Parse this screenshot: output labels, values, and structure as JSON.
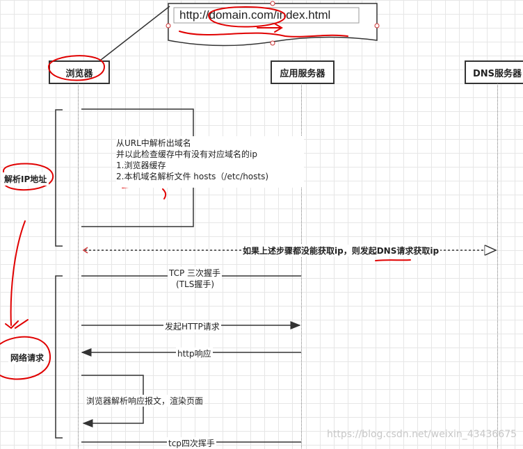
{
  "url_box": {
    "url": "http://domain.com/index.html"
  },
  "participants": {
    "browser": "浏览器",
    "app_server": "应用服务器",
    "dns_server": "DNS服务器"
  },
  "phases": {
    "resolve_ip": "解析IP地址",
    "network_request": "网络请求"
  },
  "note": {
    "lines": [
      "从URL中解析出域名",
      "并以此检查缓存中有没有对应域名的ip",
      "1.浏览器缓存",
      "2.本机域名解析文件 hosts（/etc/hosts)"
    ]
  },
  "messages": {
    "dns_request": "如果上述步骤都没能获取ip，则发起DNS请求获取ip",
    "tcp_handshake": "TCP 三次握手",
    "tls_handshake": "(TLS握手)",
    "http_request": "发起HTTP请求",
    "http_response": "http响应",
    "render": "浏览器解析响应报文，渲染页面",
    "tcp_close": "tcp四次挥手"
  },
  "watermark": "https://blog.csdn.net/weixin_43436675",
  "colors": {
    "annotation": "#e00000",
    "line": "#333333"
  }
}
